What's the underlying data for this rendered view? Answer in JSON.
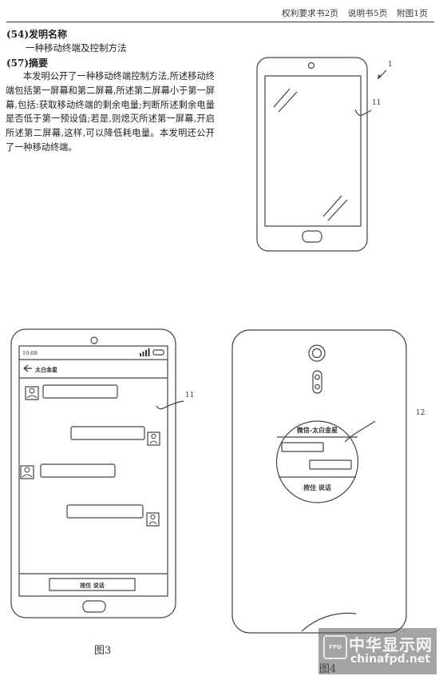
{
  "header": {
    "claims": "权利要求书2页",
    "description": "说明书5页",
    "drawings": "附图1页"
  },
  "bibliography": {
    "title_code": "(54)发明名称",
    "title": "一种移动终端及控制方法",
    "abstract_code": "(57)摘要",
    "abstract": "本发明公开了一种移动终端控制方法,所述移动终端包括第一屏幕和第二屏幕,所述第二屏幕小于第一屏幕,包括:获取移动终端的剩余电量;判断所述剩余电量是否低于第一预设值;若是,则熄灭所述第一屏幕,开启所述第二屏幕,这样,可以降低耗电量。本发明还公开了一种移动终端。"
  },
  "figure1": {
    "ref_device": "1",
    "ref_screen": "11"
  },
  "figure3": {
    "time": "10:08",
    "contact": "太白金星",
    "ref_screen": "11",
    "hold_to_talk": "按住 说话",
    "label": "图3"
  },
  "figure4": {
    "ref_screen": "12",
    "contact_header": "微信-太白金星",
    "hold_to_talk": "按住 说话",
    "label": "图4"
  },
  "watermark": {
    "logo": "FPD",
    "cn": "中华显示网",
    "en": "chinafpd.net"
  }
}
